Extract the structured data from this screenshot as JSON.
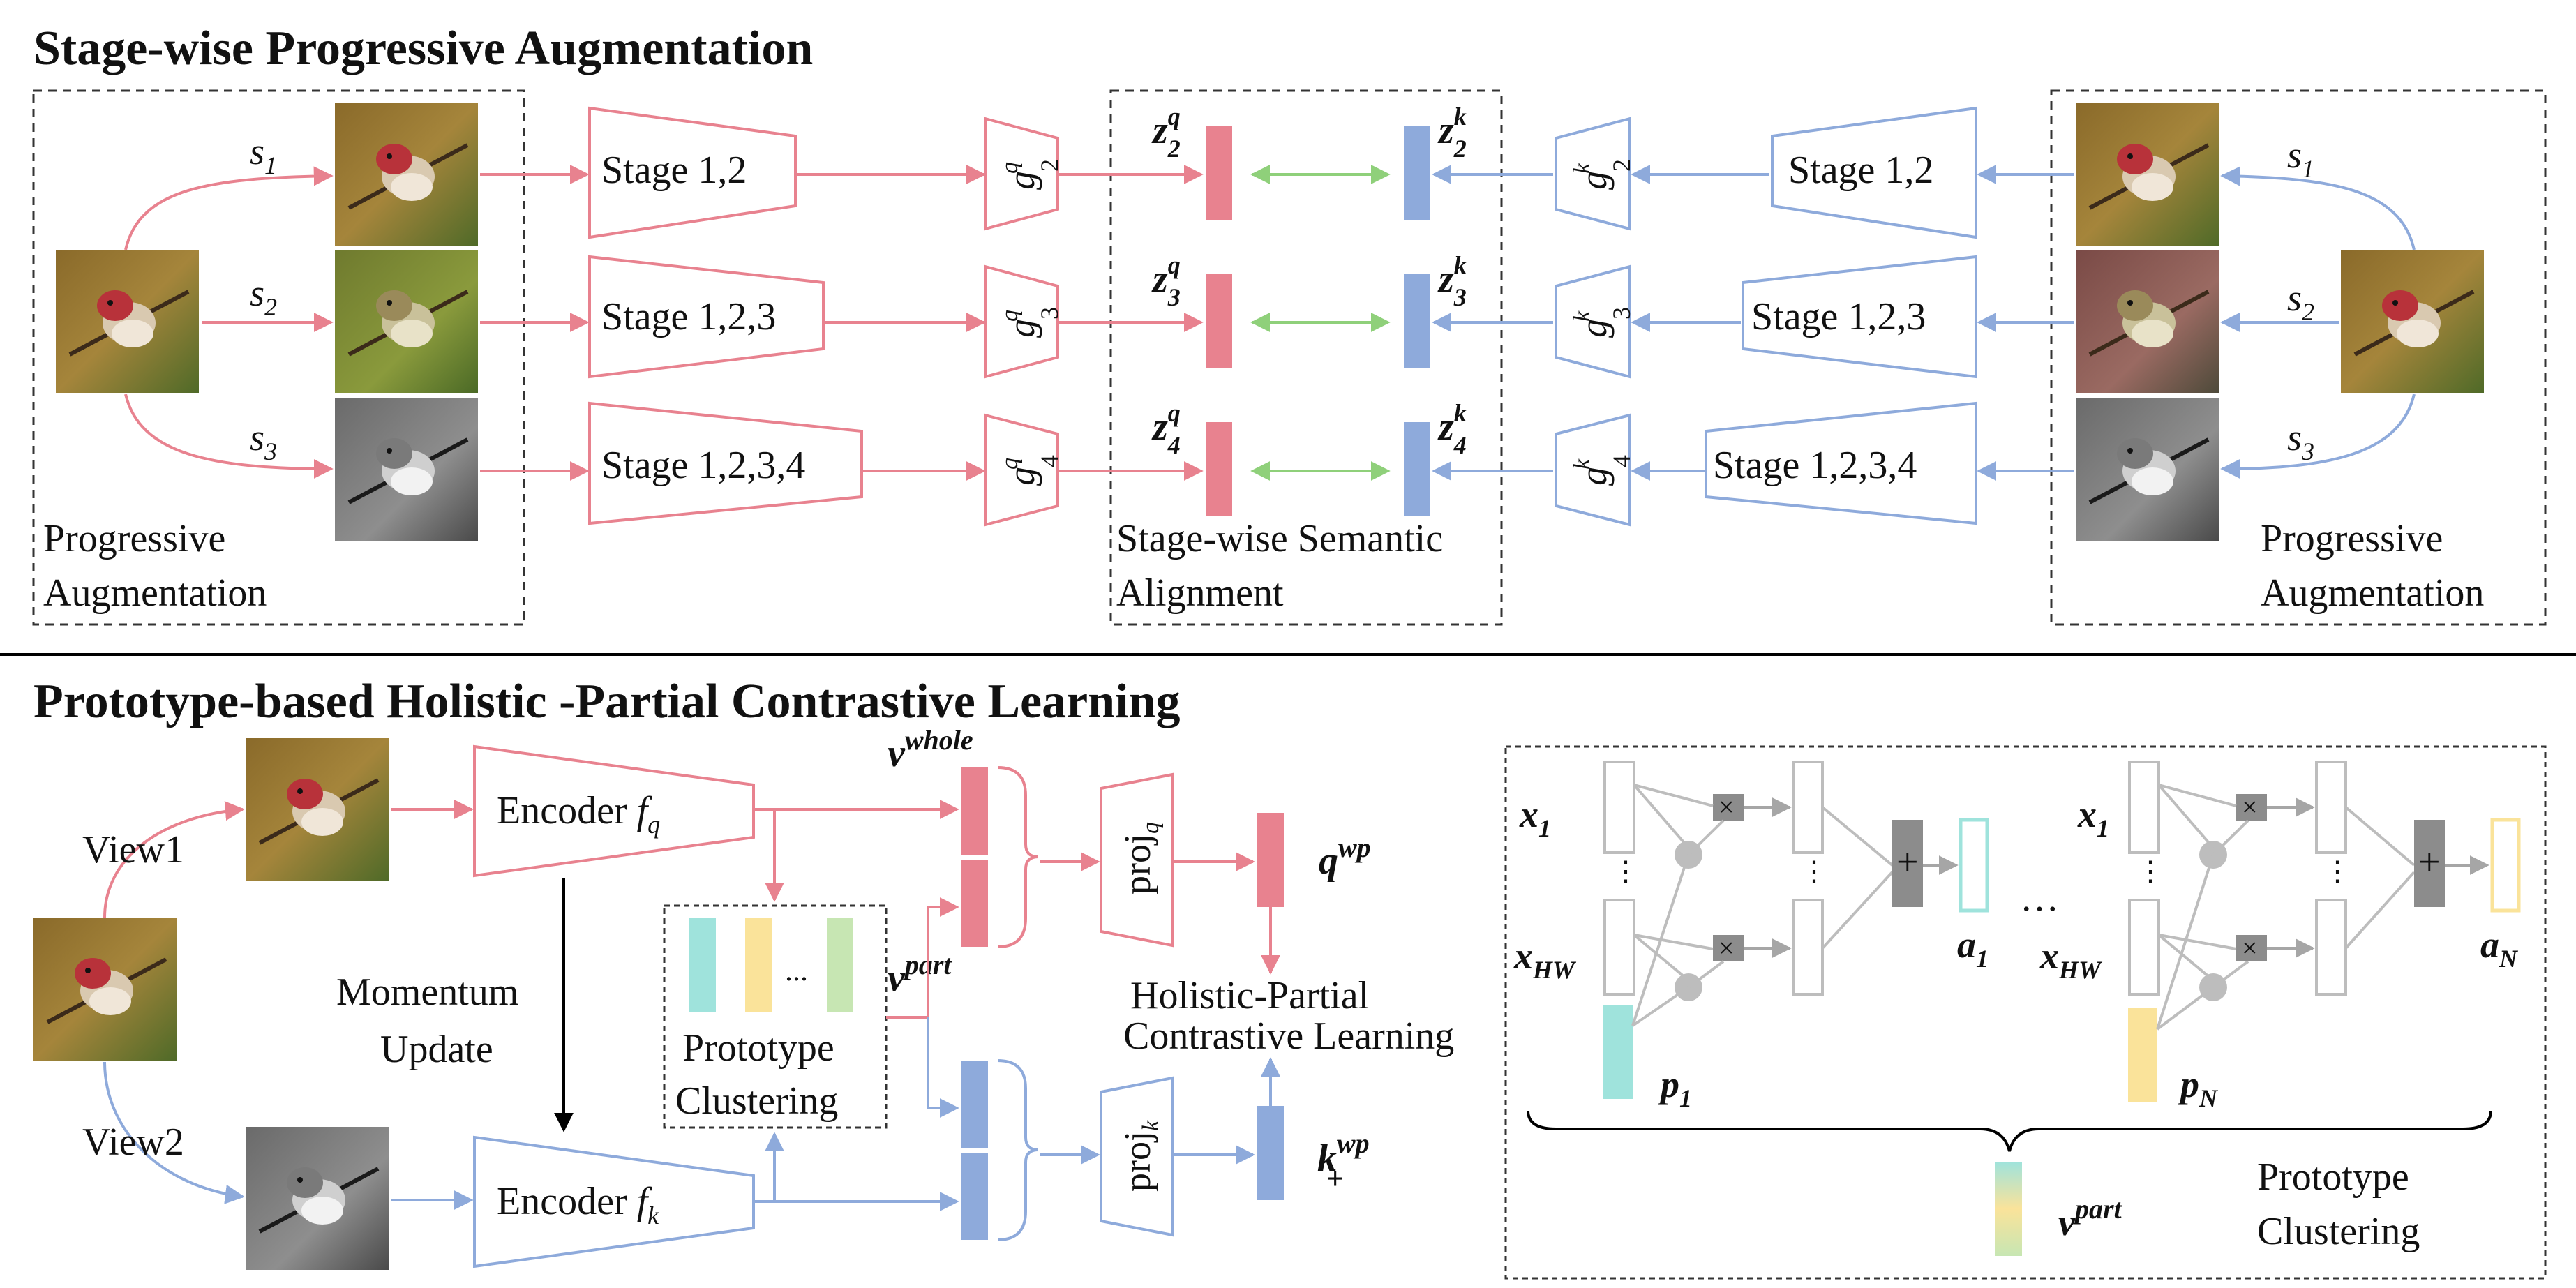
{
  "titles": {
    "top": "Stage-wise Progressive Augmentation",
    "bottom": "Prototype-based Holistic -Partial Contrastive Learning"
  },
  "colors": {
    "query": "#e8828f",
    "key": "#8eaadb",
    "align": "#8fd07a",
    "gray": "#bdbdbd",
    "gray_dark": "#8c8c8c",
    "proto1": "#9fe3dc",
    "proto2": "#fae39a",
    "proto3": "#c7e6b3"
  },
  "top": {
    "left_panel": {
      "line1": "Progressive",
      "line2": "Augmentation"
    },
    "right_panel": {
      "line1": "Progressive",
      "line2": "Augmentation"
    },
    "center_panel": {
      "line1": "Stage-wise Semantic",
      "line2": "Alignment"
    },
    "aug_labels": [
      "s",
      "s",
      "s"
    ],
    "aug_subs": [
      "1",
      "2",
      "3"
    ],
    "stages": [
      "Stage 1,2",
      "Stage 1,2,3",
      "Stage 1,2,3,4"
    ],
    "proj_q": {
      "base": "g",
      "sup": "q",
      "subs": [
        "2",
        "3",
        "4"
      ]
    },
    "proj_k": {
      "base": "g",
      "sup": "k",
      "subs": [
        "2",
        "3",
        "4"
      ]
    },
    "z_q": {
      "base": "z",
      "sup": "q",
      "subs": [
        "2",
        "3",
        "4"
      ]
    },
    "z_k": {
      "base": "z",
      "sup": "k",
      "subs": [
        "2",
        "3",
        "4"
      ]
    }
  },
  "bottom": {
    "view1": "View1",
    "view2": "View2",
    "encoder_q": {
      "text": "Encoder ",
      "var": "f",
      "sub": "q"
    },
    "encoder_k": {
      "text": "Encoder ",
      "var": "f",
      "sub": "k"
    },
    "momentum": {
      "line1": "Momentum",
      "line2": "Update"
    },
    "prototype_clustering": {
      "line1": "Prototype",
      "line2": "Clustering",
      "dots": "..."
    },
    "v_whole": {
      "base": "v",
      "sup": "whole"
    },
    "v_part": {
      "base": "v",
      "sup": "part"
    },
    "proj_q": {
      "text": "proj",
      "sub": "q"
    },
    "proj_k": {
      "text": "proj",
      "sub": "k"
    },
    "q_wp": {
      "base": "q",
      "sup": "wp"
    },
    "k_wp": {
      "base": "k",
      "sup": "wp",
      "sub": "+"
    },
    "hpcl": {
      "line1": "Holistic-Partial",
      "line2": "Contrastive Learning"
    }
  },
  "detail": {
    "x1": {
      "base": "x",
      "sub": "1"
    },
    "xhw": {
      "base": "x",
      "sub": "HW"
    },
    "p1": {
      "base": "p",
      "sub": "1"
    },
    "pN": {
      "base": "p",
      "sub": "N"
    },
    "a1": {
      "base": "a",
      "sub": "1"
    },
    "aN": {
      "base": "a",
      "sub": "N"
    },
    "times": "×",
    "plus": "+",
    "vdots": "⋮",
    "ellipsis": "…",
    "v_part": {
      "base": "v",
      "sup": "part"
    },
    "clustering": {
      "line1": "Prototype",
      "line2": "Clustering"
    }
  }
}
